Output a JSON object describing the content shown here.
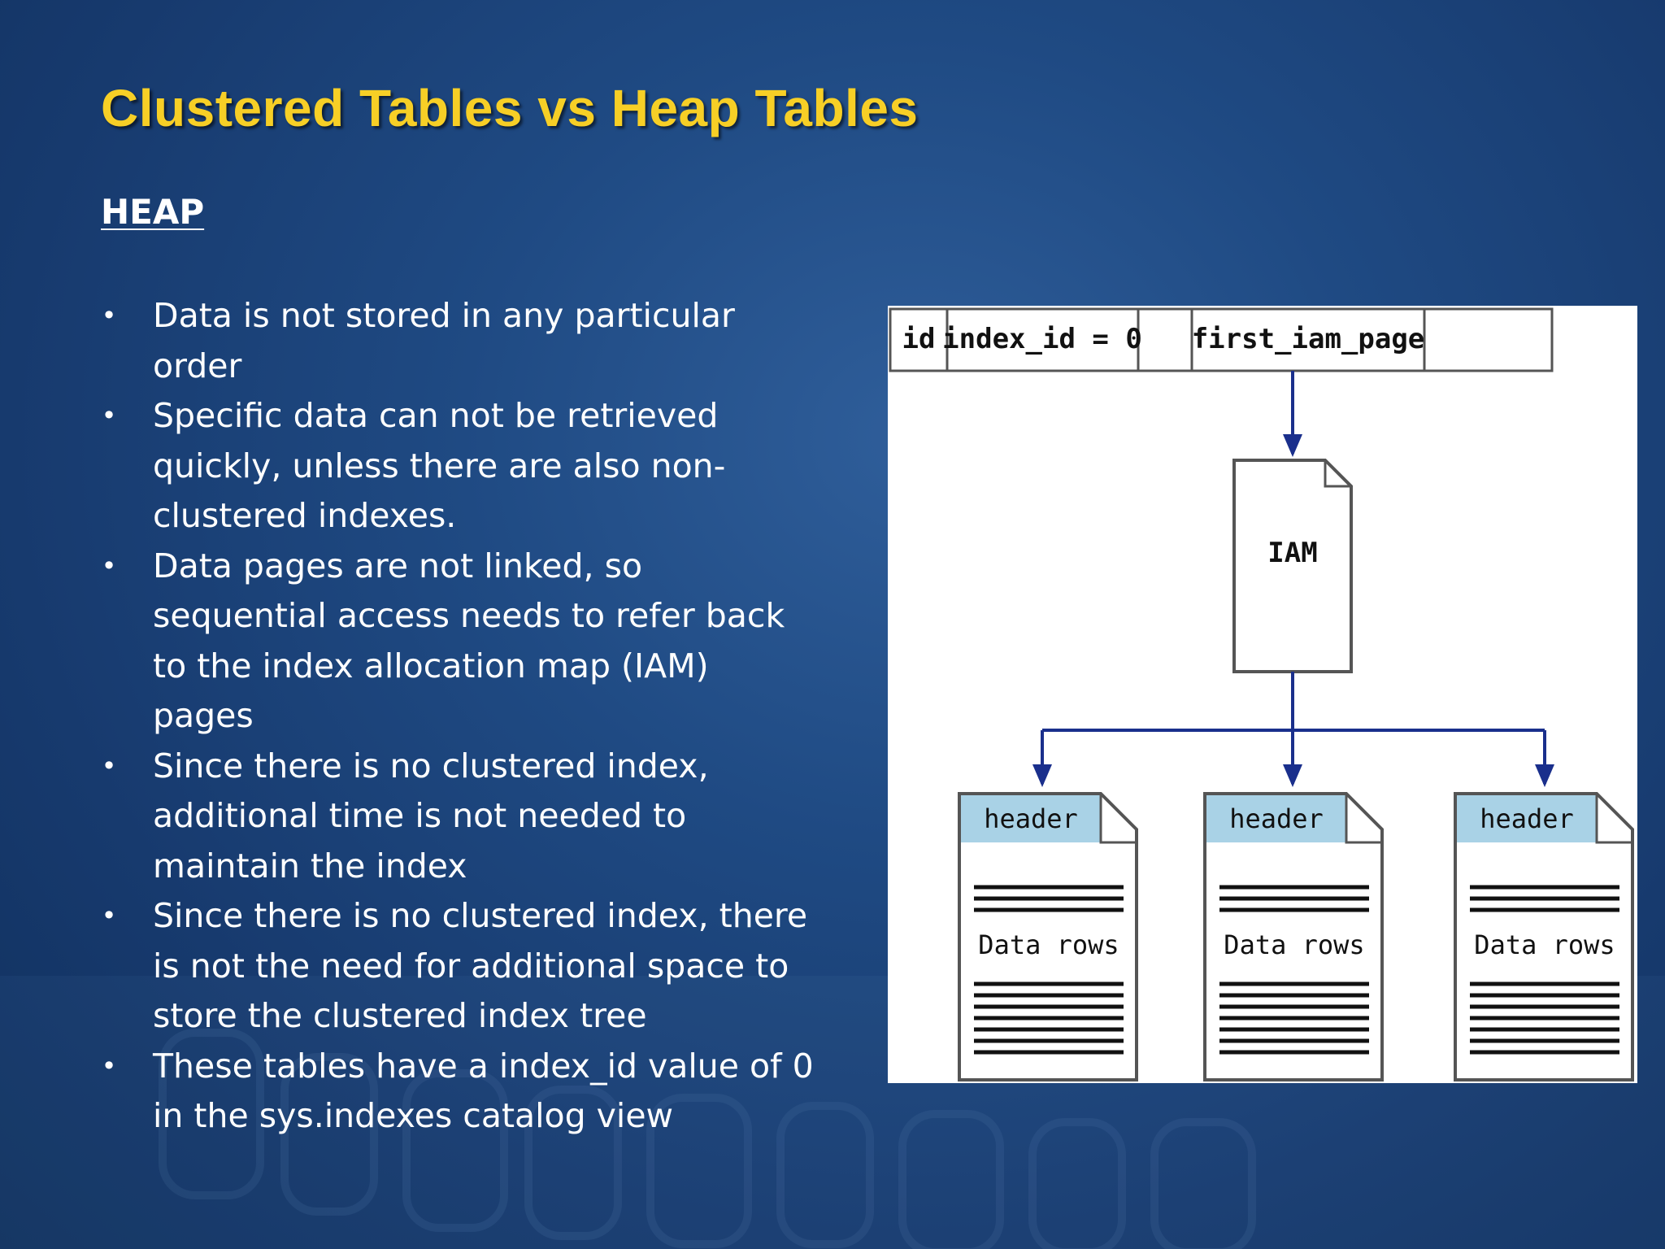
{
  "slide": {
    "title": "Clustered Tables vs Heap Tables",
    "section": "HEAP",
    "bullets": [
      {
        "lines": [
          "Data is not stored in any particular",
          "order"
        ]
      },
      {
        "lines": [
          "Specific data can not be retrieved",
          "quickly, unless there are also non-",
          "clustered indexes."
        ]
      },
      {
        "lines": [
          "Data pages are not linked, so",
          "sequential access needs to refer back",
          "to the index allocation map (IAM)",
          "pages"
        ]
      },
      {
        "lines": [
          "Since there is no clustered index,",
          "additional time is not needed to",
          "maintain the index"
        ]
      },
      {
        "lines": [
          "Since there is no clustered index, there",
          "is not the need for additional space to",
          "store the clustered index tree"
        ]
      },
      {
        "lines": [
          "These tables have a index_id value of 0",
          "in the sys.indexes catalog view"
        ]
      }
    ],
    "bullet_glyph": "•"
  },
  "diagram": {
    "row_cells": {
      "id": "id",
      "index_id": "index_id = 0",
      "empty1": "",
      "first_iam_page": "first_iam_page",
      "empty2": ""
    },
    "iam_label": "IAM",
    "pages": [
      {
        "header": "header",
        "body": "Data rows"
      },
      {
        "header": "header",
        "body": "Data rows"
      },
      {
        "header": "header",
        "body": "Data rows"
      }
    ],
    "colors": {
      "arrow": "#1a2f8c",
      "header_fill": "#a9d2e6",
      "border": "#555555"
    }
  }
}
